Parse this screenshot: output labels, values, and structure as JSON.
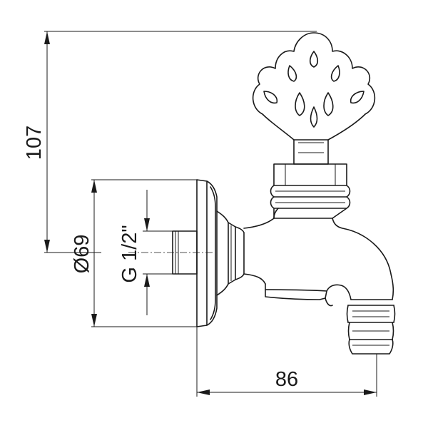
{
  "diagram": {
    "dimensions": {
      "height": "107",
      "diameter": "Ø69",
      "thread": "G 1/2\"",
      "depth": "86"
    }
  }
}
